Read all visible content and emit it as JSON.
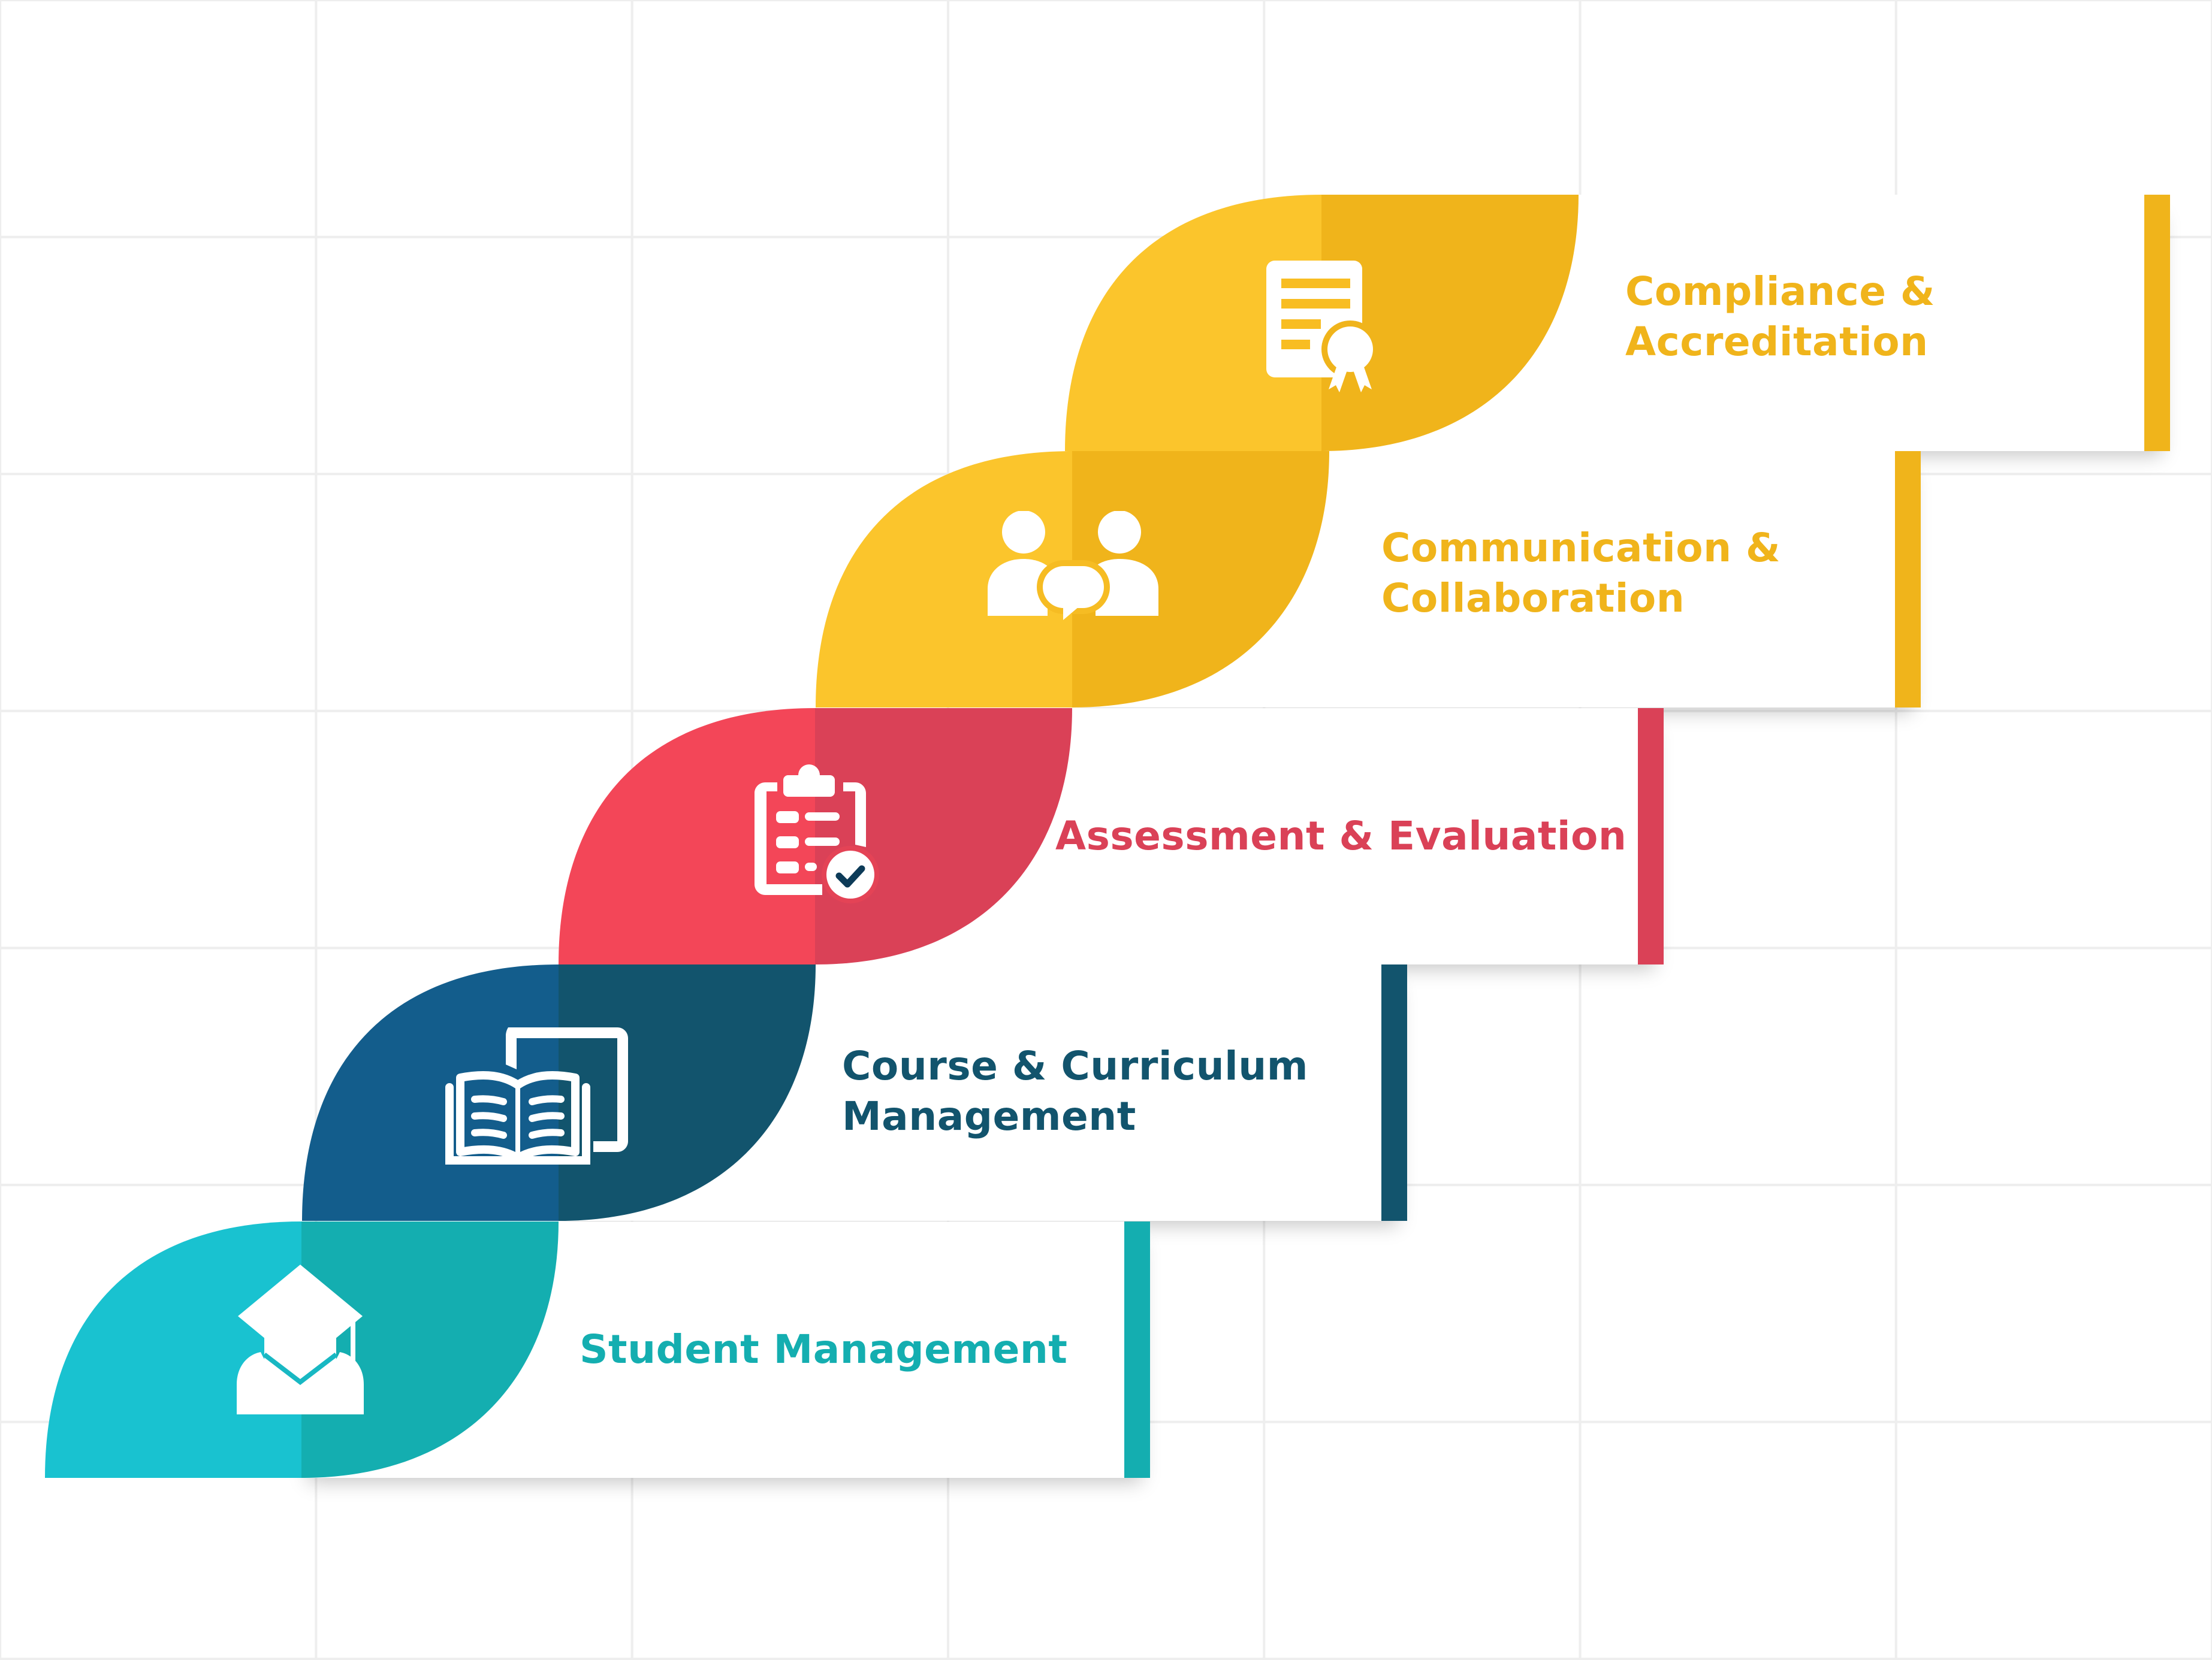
{
  "diagram": {
    "type": "staircase-infographic",
    "steps": [
      {
        "order": 1,
        "label_lines": [
          "Student Management"
        ],
        "icon": "graduate-student-icon",
        "color_light": "#19c2d0",
        "color_dark": "#14aeb0",
        "text_color": "#14aeb0"
      },
      {
        "order": 2,
        "label_lines": [
          "Course & Curriculum",
          "Management"
        ],
        "icon": "book-tablet-icon",
        "color_light": "#135d8c",
        "color_dark": "#12546d",
        "text_color": "#12546d"
      },
      {
        "order": 3,
        "label_lines": [
          "Assessment & Evaluation"
        ],
        "icon": "clipboard-check-icon",
        "color_light": "#f34658",
        "color_dark": "#da4157",
        "text_color": "#da4157"
      },
      {
        "order": 4,
        "label_lines": [
          "Communication &",
          "Collaboration"
        ],
        "icon": "people-chat-icon",
        "color_light": "#fbc52c",
        "color_dark": "#f0b41b",
        "text_color": "#f0b41b"
      },
      {
        "order": 5,
        "label_lines": [
          "Compliance &",
          "Accreditation"
        ],
        "icon": "certificate-icon",
        "color_light": "#fbc52c",
        "color_dark": "#f0b41b",
        "text_color": "#f0b41b"
      }
    ]
  },
  "steps": {
    "s1": {
      "l1": "Student Management"
    },
    "s2": {
      "l1": "Course & Curriculum",
      "l2": "Management"
    },
    "s3": {
      "l1": "Assessment & Evaluation"
    },
    "s4": {
      "l1": "Communication &",
      "l2": "Collaboration"
    },
    "s5": {
      "l1": "Compliance &",
      "l2": "Accreditation"
    }
  },
  "colors": {
    "teal_light": "#19c2d0",
    "teal_dark": "#14aeb0",
    "navy_light": "#135d8c",
    "navy_dark": "#12546d",
    "red_light": "#f34658",
    "red_dark": "#da4157",
    "yellow_light": "#fbc52c",
    "yellow_dark": "#f0b41b",
    "check_mark": "#0d3b58",
    "grid_line": "#eeeeee",
    "background": "#ffffff"
  }
}
